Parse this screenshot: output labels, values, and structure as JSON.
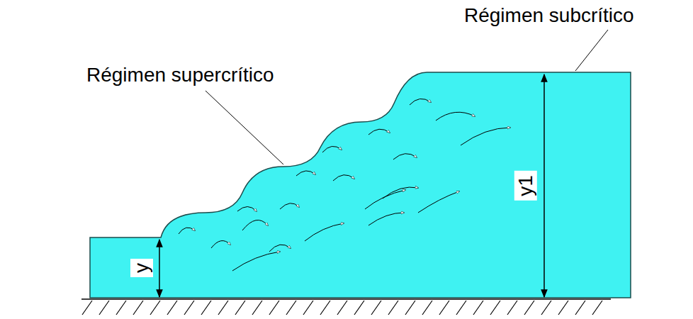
{
  "diagram": {
    "labels": [
      "Régimen subcrítico",
      "Régimen supercrítico",
      "y",
      "y1"
    ]
  }
}
